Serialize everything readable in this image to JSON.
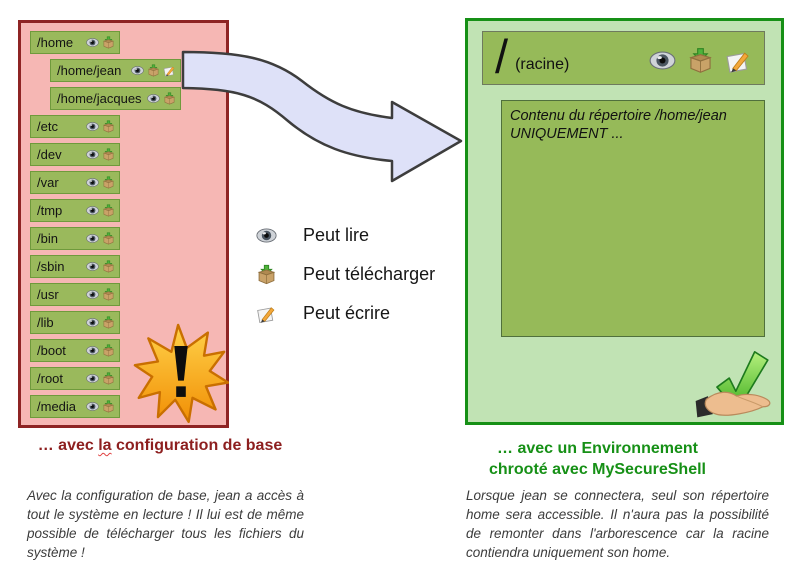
{
  "left_panel": {
    "caption_parts": [
      "… avec ",
      "la",
      " configuration de base"
    ],
    "caption_color": "#8d1f1f",
    "description": "Avec la configuration de base, jean a accès à tout le système en lecture ! Il lui est de même possible de télécharger tous les fichiers du système !",
    "warning_icon": "exclamation-burst-icon",
    "rows": [
      {
        "label": "/home",
        "indent": false,
        "icons": [
          "eye-icon",
          "download-box-icon"
        ]
      },
      {
        "label": "/home/jean",
        "indent": true,
        "icons": [
          "eye-icon",
          "download-box-icon",
          "write-icon"
        ]
      },
      {
        "label": "/home/jacques",
        "indent": true,
        "icons": [
          "eye-icon",
          "download-box-icon"
        ]
      },
      {
        "label": "/etc",
        "indent": false,
        "icons": [
          "eye-icon",
          "download-box-icon"
        ]
      },
      {
        "label": "/dev",
        "indent": false,
        "icons": [
          "eye-icon",
          "download-box-icon"
        ]
      },
      {
        "label": "/var",
        "indent": false,
        "icons": [
          "eye-icon",
          "download-box-icon"
        ]
      },
      {
        "label": "/tmp",
        "indent": false,
        "icons": [
          "eye-icon",
          "download-box-icon"
        ]
      },
      {
        "label": "/bin",
        "indent": false,
        "icons": [
          "eye-icon",
          "download-box-icon"
        ]
      },
      {
        "label": "/sbin",
        "indent": false,
        "icons": [
          "eye-icon",
          "download-box-icon"
        ]
      },
      {
        "label": "/usr",
        "indent": false,
        "icons": [
          "eye-icon",
          "download-box-icon"
        ]
      },
      {
        "label": "/lib",
        "indent": false,
        "icons": [
          "eye-icon",
          "download-box-icon"
        ]
      },
      {
        "label": "/boot",
        "indent": false,
        "icons": [
          "eye-icon",
          "download-box-icon"
        ]
      },
      {
        "label": "/root",
        "indent": false,
        "icons": [
          "eye-icon",
          "download-box-icon"
        ]
      },
      {
        "label": "/media",
        "indent": false,
        "icons": [
          "eye-icon",
          "download-box-icon"
        ]
      }
    ]
  },
  "legend": {
    "items": [
      {
        "icon": "eye-icon",
        "label": "Peut lire"
      },
      {
        "icon": "download-box-icon",
        "label": "Peut télécharger"
      },
      {
        "icon": "write-icon",
        "label": "Peut écrire"
      }
    ]
  },
  "right_panel": {
    "root_label": "/",
    "root_sublabel": "(racine)",
    "root_icons": [
      "eye-icon",
      "download-box-icon",
      "write-icon"
    ],
    "content_line1": "Contenu du répertoire /home/jean",
    "content_line2": "UNIQUEMENT ...",
    "caption_line1": "… avec un Environnement",
    "caption_line2": "chrooté avec MySecureShell",
    "caption_color": "#169016",
    "success_icon": "check-hand-icon",
    "description": "Lorsque jean se connectera, seul son répertoire home sera accessible. Il n'aura pas la possibilité de remonter dans l'arborescence car la racine contiendra uniquement son home."
  },
  "colors": {
    "left_panel_bg": "#f6b7b4",
    "left_panel_border": "#8e2424",
    "dir_box_bg": "#9ab95c",
    "dir_box_border": "#6f9a3c",
    "right_panel_bg": "#c1e3b4",
    "right_panel_border": "#169016",
    "arrow_fill": "#dee1f8",
    "arrow_stroke": "#3d3d3d",
    "burst_orange": "#f18f05",
    "check_green": "#3fae1f"
  }
}
